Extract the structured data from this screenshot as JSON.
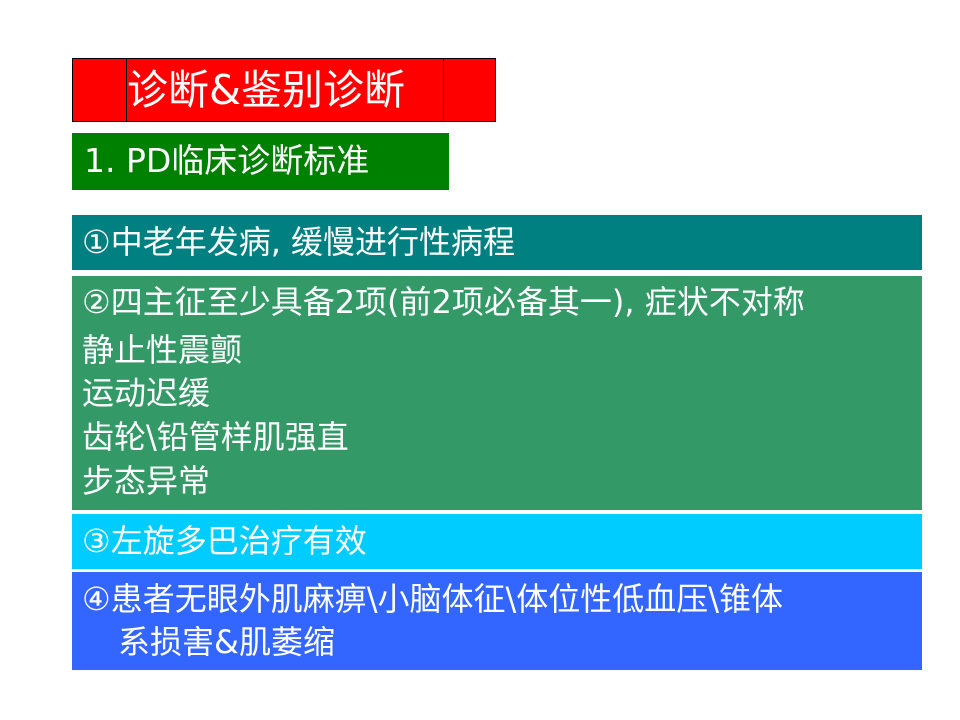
{
  "slide": {
    "title": "诊断&鉴别诊断",
    "subtitle": "1. PD临床诊断标准",
    "criteria": [
      {
        "lines": [
          "①中老年发病, 缓慢进行性病程"
        ],
        "color": "#008080"
      },
      {
        "lines": [
          "②四主征至少具备2项(前2项必备其一), 症状不对称",
          "静止性震颤",
          "运动迟缓",
          "齿轮\\铅管样肌强直",
          "步态异常"
        ],
        "color": "#339966"
      },
      {
        "lines": [
          "③左旋多巴治疗有效"
        ],
        "color": "#00ccff"
      },
      {
        "lines": [
          "④患者无眼外肌麻痹\\小脑体征\\体位性低血压\\锥体",
          "系损害&肌萎缩"
        ],
        "color": "#3366ff"
      }
    ],
    "colors": {
      "title_bg": "#ff0000",
      "subtitle_bg": "#008000",
      "text": "#ffffff"
    }
  }
}
